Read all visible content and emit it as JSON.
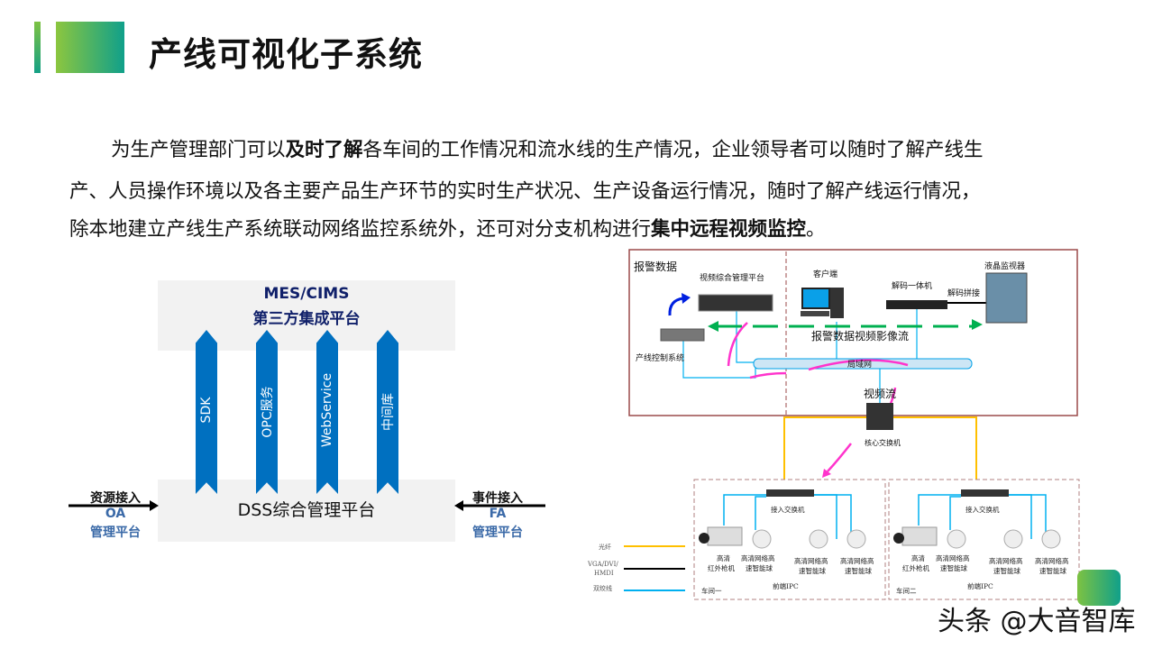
{
  "header": {
    "title": "产线可视化子系统"
  },
  "paragraph": {
    "line1_a": "为生产管理部门可以",
    "line1_b": "及时了解",
    "line1_c": "各车间的工作情况和流水线的生产情况，企业领导者可以随时了解产线生",
    "line2": "产、人员操作环境以及各主要产品生产环节的实时生产状况、生产设备运行情况，随时了解产线运行情况，",
    "line3_a": "除本地建立产线生产系统联动网络监控系统外，还可对分支机构进行",
    "line3_b": "集中远程视频监控",
    "line3_c": "。"
  },
  "left_diagram": {
    "top_title": "MES/CIMS",
    "top_subtitle": "第三方集成平台",
    "interfaces": [
      "SDK",
      "OPC服务",
      "WebService",
      "中间库"
    ],
    "bottom_title": "DSS综合管理平台",
    "left_input": {
      "label": "资源接入",
      "name": "OA",
      "sub": "管理平台"
    },
    "right_input": {
      "label": "事件接入",
      "name": "FA",
      "sub": "管理平台"
    }
  },
  "right_diagram": {
    "alarm_data": "报警数据",
    "video_platform": "视频综合管理平台",
    "client": "客户端",
    "decoder": "解码一体机",
    "lcd_monitor": "液晶监视器",
    "decode_splice": "解码拼接",
    "flow_label": "报警数据视频影像流",
    "line_control": "产线控制系统",
    "lan": "局域网",
    "video_stream": "视频流",
    "core_switch": "核心交换机",
    "legend": [
      {
        "label": "光纤",
        "color": "#ffc000"
      },
      {
        "label": "VGA/DVI/",
        "label2": "HMDI",
        "color": "#000000"
      },
      {
        "label": "双绞线",
        "color": "#00b0f0"
      }
    ],
    "workshops": [
      {
        "name": "车间一",
        "switch": "接入交换机",
        "front": "前端IPC",
        "cams": [
          [
            "高清",
            "红外枪机"
          ],
          [
            "高清网络高",
            "速智能球"
          ],
          [
            "高清网络高",
            "速智能球"
          ],
          [
            "高清网络高",
            "速智能球"
          ]
        ]
      },
      {
        "name": "车间二",
        "switch": "接入交换机",
        "front": "前端IPC",
        "cams": [
          [
            "高清",
            "红外枪机"
          ],
          [
            "高清网络高",
            "速智能球"
          ],
          [
            "高清网络高",
            "速智能球"
          ],
          [
            "高清网络高",
            "速智能球"
          ]
        ]
      }
    ]
  },
  "watermark": "头条 @大音智库"
}
